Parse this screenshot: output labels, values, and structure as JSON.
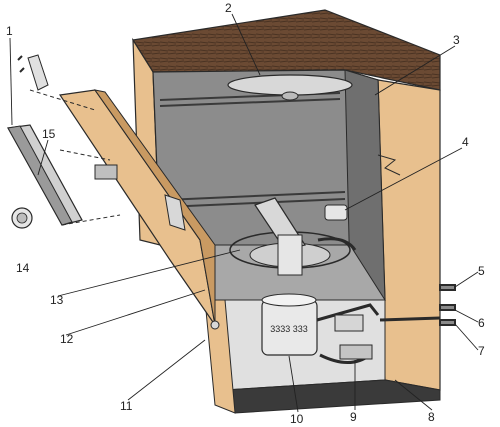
{
  "diagram": {
    "callouts": [
      {
        "id": "1",
        "label": "1"
      },
      {
        "id": "2",
        "label": "2"
      },
      {
        "id": "3",
        "label": "3"
      },
      {
        "id": "4",
        "label": "4"
      },
      {
        "id": "5",
        "label": "5"
      },
      {
        "id": "6",
        "label": "6"
      },
      {
        "id": "7",
        "label": "7"
      },
      {
        "id": "8",
        "label": "8"
      },
      {
        "id": "9",
        "label": "9"
      },
      {
        "id": "10",
        "label": "10"
      },
      {
        "id": "11",
        "label": "11"
      },
      {
        "id": "12",
        "label": "12"
      },
      {
        "id": "13",
        "label": "13"
      },
      {
        "id": "14",
        "label": "14"
      },
      {
        "id": "15",
        "label": "15"
      }
    ],
    "pump_label": "3333 333",
    "colors": {
      "cabinet": "#e8c08e",
      "cabinet_shadow": "#c99a62",
      "worktop": "#6b4a33",
      "interior": "#8c8c8c",
      "interior_dark": "#5e5e5e",
      "metal": "#d8d8d8",
      "outline": "#2a2a2a"
    }
  }
}
